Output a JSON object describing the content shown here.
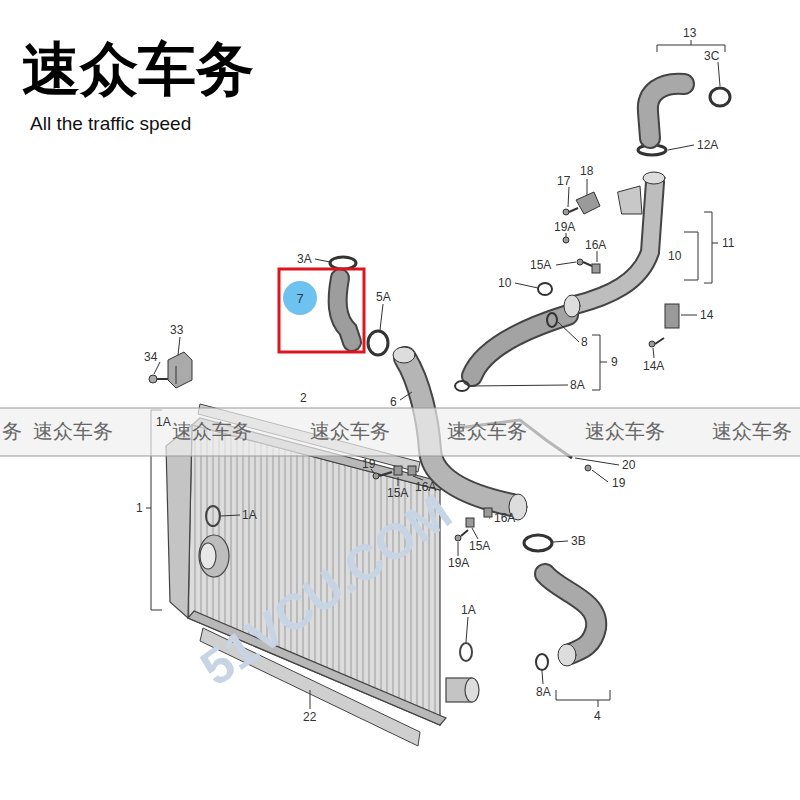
{
  "diagram": {
    "title": "速众车务",
    "nodes": [
      {
        "text": [
          "7"
        ]
      }
    ],
    "labels": [
      "All the traffic speed",
      "13",
      "3C",
      "12A",
      "18",
      "17",
      "19A",
      "16A",
      "15A",
      "11",
      "10",
      "10",
      "14",
      "14A",
      "8",
      "9",
      "8A",
      "3A",
      "5A",
      "33",
      "34",
      "6",
      "1A",
      "2",
      "19",
      "15A",
      "16A",
      "20",
      "19",
      "16A",
      "15A",
      "19A",
      "3B",
      "1",
      "1A",
      "1A",
      "8A",
      "4",
      "22",
      "务",
      "速众车务",
      "速众车务",
      "速众车务",
      "速众车务",
      "速众车务",
      "速众车务",
      "51VCU.COM"
    ]
  }
}
